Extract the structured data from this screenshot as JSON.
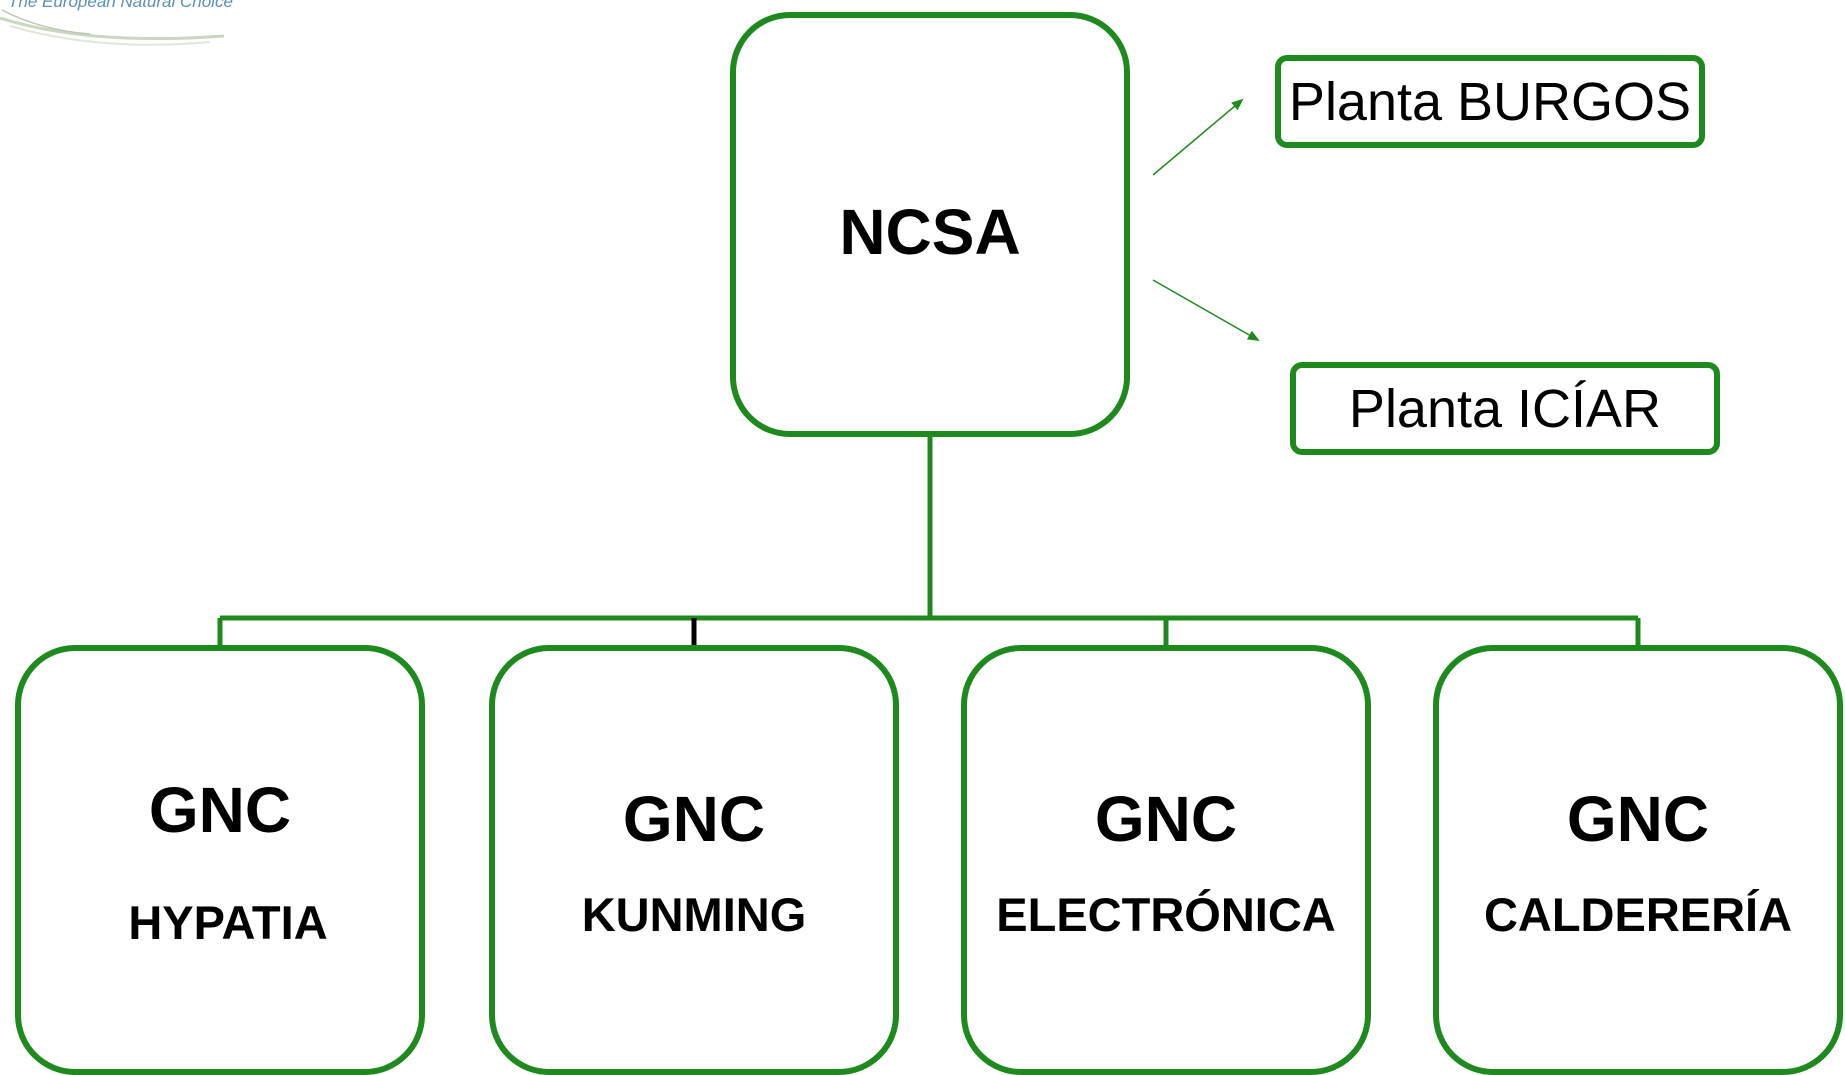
{
  "logo": {
    "tagline": "The European Natural Choice"
  },
  "colors": {
    "accent": "#1e8a1e",
    "text": "#000000",
    "tagline": "#5a8fb8"
  },
  "root": {
    "label": "NCSA"
  },
  "plants": [
    {
      "label": "Planta BURGOS"
    },
    {
      "label": "Planta ICÍAR"
    }
  ],
  "children": [
    {
      "title": "GNC",
      "subtitle": "HYPATIA"
    },
    {
      "title": "GNC",
      "subtitle": "KUNMING"
    },
    {
      "title": "GNC",
      "subtitle": "ELECTRÓNICA"
    },
    {
      "title": "GNC",
      "subtitle": "CALDERERÍA"
    }
  ]
}
